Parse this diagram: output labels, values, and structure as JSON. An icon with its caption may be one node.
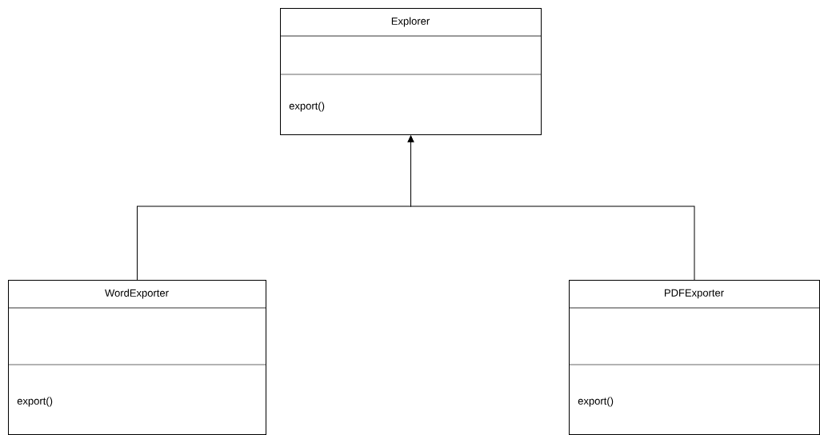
{
  "diagram": {
    "nodes": [
      {
        "text": [
          "Explorer",
          "export()"
        ]
      },
      {
        "text": [
          "WordExporter",
          "export()"
        ]
      },
      {
        "text": [
          "PDFExporter",
          "export()"
        ]
      }
    ],
    "edges": [
      {
        "from": 1,
        "to": 0,
        "arrow": "to"
      },
      {
        "from": 2,
        "to": 0,
        "arrow": "to"
      }
    ]
  }
}
